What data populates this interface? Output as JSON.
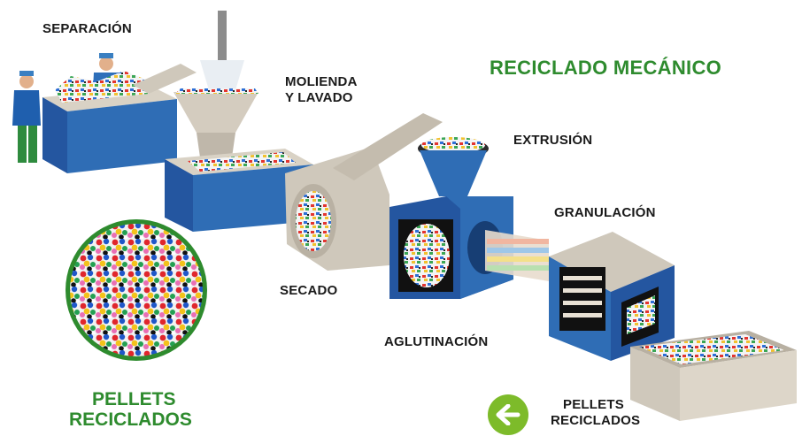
{
  "title": "RECICLADO MECÁNICO",
  "steps": {
    "separacion": "SEPARACIÓN",
    "molienda_1": "MOLIENDA",
    "molienda_2": "Y LAVADO",
    "secado": "SECADO",
    "extrusion": "EXTRUSIÓN",
    "granulacion": "GRANULACIÓN",
    "aglutinacion": "AGLUTINACIÓN",
    "pellets_1": "PELLETS",
    "pellets_2": "RECICLADOS"
  },
  "inset": {
    "line1": "PELLETS",
    "line2": "RECICLADOS"
  },
  "colors": {
    "title_green": "#2e8b2e",
    "button_green": "#7dbb2a",
    "machine_blue": "#2f6db5",
    "machine_grey": "#c9c2b6"
  },
  "icons": {
    "back": "arrow-left-icon"
  }
}
